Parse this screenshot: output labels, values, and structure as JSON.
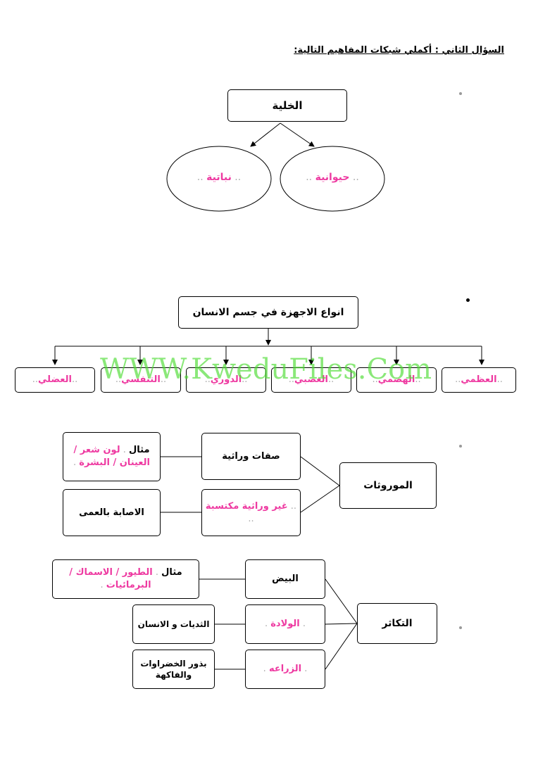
{
  "heading": "السؤال الثاني : أكملي شبكات المفاهيم التالية:",
  "watermark": "WWW.KweduFiles.Com",
  "cell": {
    "root": "الخلية",
    "animal": "حيوانية",
    "plant": "نباتية"
  },
  "systems": {
    "root": "انواع الاجهزة في جسم الانسان",
    "items": [
      "العظمي",
      "الهضمي",
      "العصبي",
      "الدوري",
      "التنفسي",
      "العضلي"
    ]
  },
  "heredity": {
    "root": "الموروثات",
    "inherited": "صفات وراثية",
    "example_label": "مثال",
    "example_value": "لون شعر / العينان / البشرة",
    "acquired": "غير وراثية مكتسبة",
    "acquired_example": "الاصابة بالعمى"
  },
  "reproduction": {
    "root": "التكاثر",
    "eggs": "البيض",
    "eggs_example_label": "مثال",
    "eggs_example_value": "الطيور / الاسماك / البرمائيات",
    "birth": "الولادة",
    "birth_example": "الثديات و الانسان",
    "agriculture": "الزراعه",
    "agriculture_example": "بذور الخضراوات والفاكهة"
  },
  "colors": {
    "answer": "#ee3aa1",
    "watermark": "#4ddd33",
    "dots": "#aaaaaa"
  }
}
